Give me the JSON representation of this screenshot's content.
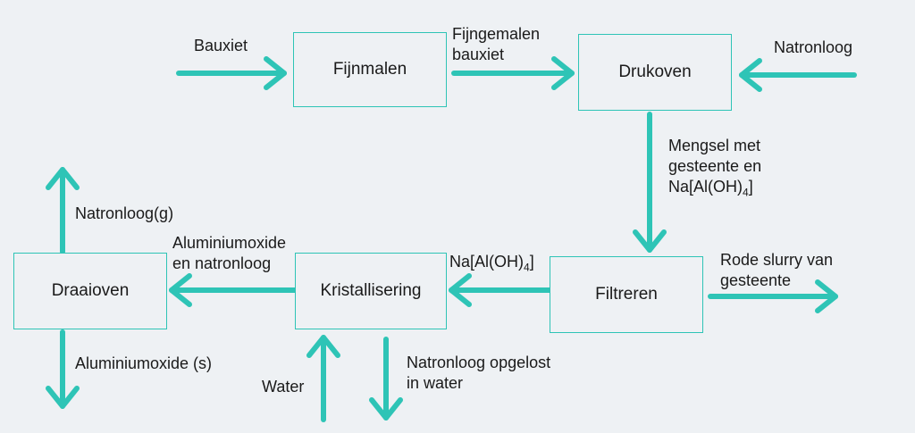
{
  "colors": {
    "accent": "#2EC4B6",
    "background": "#EEF1F4",
    "text": "#1a1a1a"
  },
  "boxes": {
    "fijnmalen": "Fijnmalen",
    "drukoven": "Drukoven",
    "filtreren": "Filtreren",
    "kristallisering": "Kristallisering",
    "draaioven": "Draaioven"
  },
  "labels": {
    "bauxiet": "Bauxiet",
    "fijngemalen_1": "Fijngemalen",
    "fijngemalen_2": "bauxiet",
    "natronloog_in": "Natronloog",
    "mengsel_1": "Mengsel met",
    "mengsel_2": "gesteente en",
    "mengsel_3": "Na[Al(OH)",
    "mengsel_3_sub": "4",
    "mengsel_3_end": "]",
    "rode_1": "Rode slurry van",
    "rode_2": "gesteente",
    "na_al_1": "Na[Al(OH)",
    "na_al_sub": "4",
    "na_al_end": "]",
    "alox_nat_1": "Aluminiumoxide",
    "alox_nat_2": "en natronloog",
    "natronloog_g": "Natronloog(g)",
    "alox_s": "Aluminiumoxide (s)",
    "water": "Water",
    "opgelost_1": "Natronloog opgelost",
    "opgelost_2": "in water"
  }
}
